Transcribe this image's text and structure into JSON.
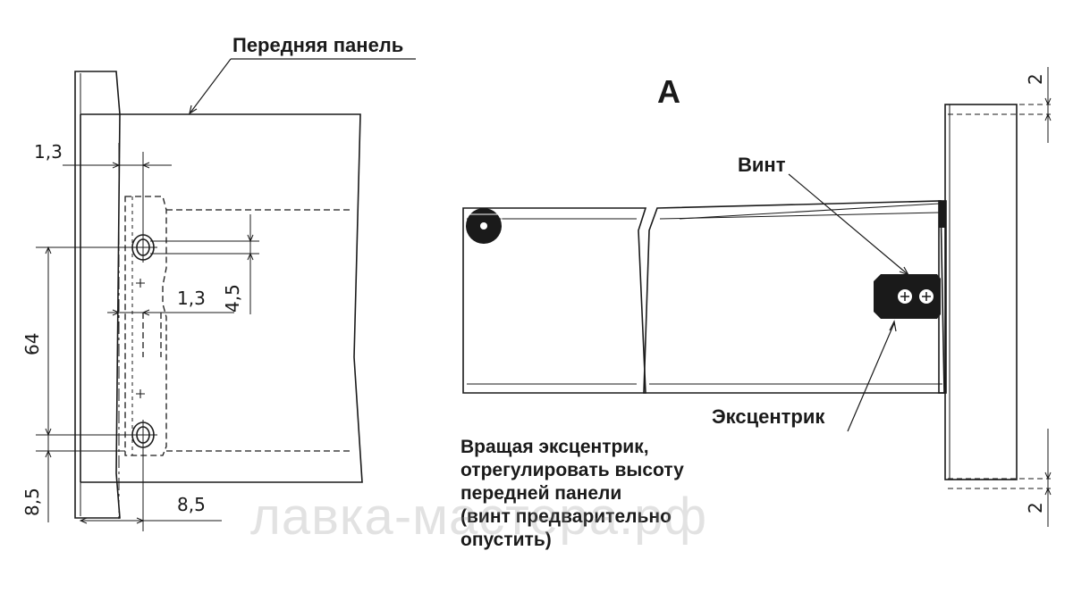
{
  "labels": {
    "front_panel": "Передняя панель",
    "view_a": "А",
    "screw": "Винт",
    "eccentric": "Эксцентрик",
    "instruction_lines": [
      "Вращая эксцентрик,",
      "отрегулировать высоту",
      "передней панели",
      "(винт предварительно",
      "опустить)"
    ]
  },
  "dimensions": {
    "offset_top": "1,3",
    "offset_mid": "1,3",
    "slot_height": "4,5",
    "hole_spacing": "64",
    "bottom_vertical": "8,5",
    "bottom_horizontal": "8,5",
    "gap_top": "2",
    "gap_bottom": "2"
  },
  "watermark": "лавка-мастера.рф",
  "colors": {
    "line": "#1a1a1a",
    "fill_dark": "#1a1a1a",
    "background": "#ffffff"
  }
}
